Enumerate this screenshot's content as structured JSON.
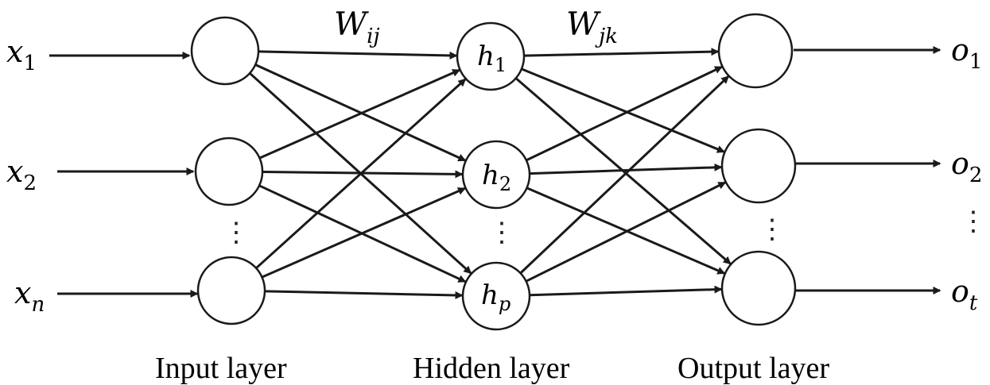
{
  "diagram": {
    "weights": {
      "input_hidden": {
        "base": "W",
        "sub": "ij"
      },
      "hidden_output": {
        "base": "W",
        "sub": "jk"
      }
    },
    "inputs": [
      {
        "base": "x",
        "sub": "1"
      },
      {
        "base": "x",
        "sub": "2"
      },
      {
        "base": "x",
        "sub": "n"
      }
    ],
    "hidden": [
      {
        "base": "h",
        "sub": "1"
      },
      {
        "base": "h",
        "sub": "2"
      },
      {
        "base": "h",
        "sub": "p"
      }
    ],
    "outputs": [
      {
        "base": "o",
        "sub": "1"
      },
      {
        "base": "o",
        "sub": "2"
      },
      {
        "base": "o",
        "sub": "t"
      }
    ],
    "ellipsis": "⋮",
    "layers": {
      "input": "Input layer",
      "hidden": "Hidden layer",
      "output": "Output layer"
    }
  },
  "colors": {
    "stroke": "#1a1a1a",
    "background": "#ffffff"
  }
}
